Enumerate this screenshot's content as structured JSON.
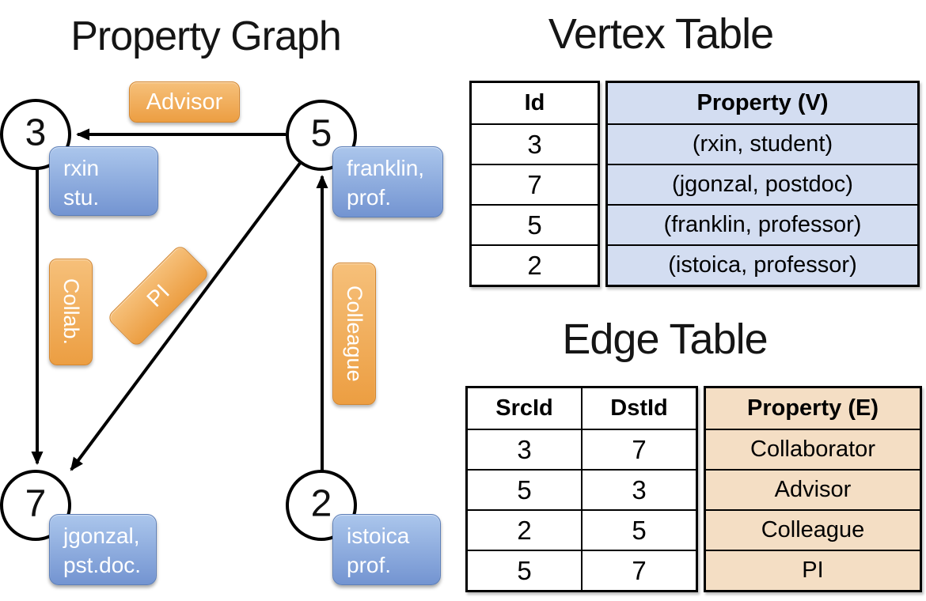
{
  "titles": {
    "graph": "Property Graph",
    "vertex_table": "Vertex Table",
    "edge_table": "Edge Table"
  },
  "graph": {
    "nodes": [
      {
        "id": "3",
        "line1": "rxin",
        "line2": "stu."
      },
      {
        "id": "5",
        "line1": "franklin,",
        "line2": "prof."
      },
      {
        "id": "7",
        "line1": "jgonzal,",
        "line2": "pst.doc."
      },
      {
        "id": "2",
        "line1": "istoica",
        "line2": "prof."
      }
    ],
    "edge_labels": {
      "advisor": "Advisor",
      "collab": "Collab.",
      "pi": "PI",
      "colleague": "Colleague"
    }
  },
  "vertex_table": {
    "columns": {
      "id": "Id",
      "property": "Property (V)"
    },
    "rows": [
      {
        "id": "3",
        "property": "(rxin, student)"
      },
      {
        "id": "7",
        "property": "(jgonzal, postdoc)"
      },
      {
        "id": "5",
        "property": "(franklin, professor)"
      },
      {
        "id": "2",
        "property": "(istoica, professor)"
      }
    ]
  },
  "edge_table": {
    "columns": {
      "src": "SrcId",
      "dst": "DstId",
      "property": "Property (E)"
    },
    "rows": [
      {
        "src": "3",
        "dst": "7",
        "property": "Collaborator"
      },
      {
        "src": "5",
        "dst": "3",
        "property": "Advisor"
      },
      {
        "src": "2",
        "dst": "5",
        "property": "Colleague"
      },
      {
        "src": "5",
        "dst": "7",
        "property": "PI"
      }
    ]
  },
  "colors": {
    "edge_label_orange": "#efa64b",
    "node_label_blue": "#85a8de",
    "vertex_property_fill": "#d3ddf1",
    "edge_property_fill": "#f4dec4",
    "line_stroke": "#000000"
  }
}
